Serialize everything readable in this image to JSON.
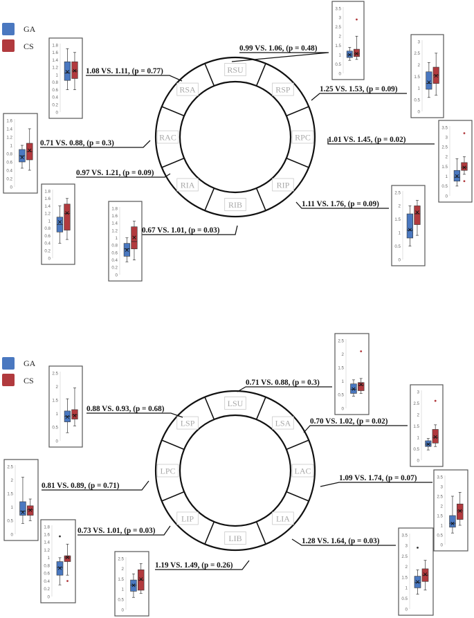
{
  "colors": {
    "ga": "#4a78c0",
    "cs": "#b13a3e",
    "line": "#111111",
    "box_border": "#555555",
    "seg_label": "#a8a8a8"
  },
  "legend_top": {
    "ga": "GA",
    "cs": "CS"
  },
  "legend_bottom": {
    "ga": "GA",
    "cs": "CS"
  },
  "right_diagram": {
    "segments": [
      "RSU",
      "RSP",
      "RPC",
      "RIP",
      "RIB",
      "RIA",
      "RAC",
      "RSA"
    ],
    "comparisons": [
      {
        "segment": "RSU",
        "label": "0.99 VS. 1.06, (p = 0.48)",
        "ga": 0.99,
        "cs": 1.06,
        "p": 0.48
      },
      {
        "segment": "RSP",
        "label": "1.25 VS. 1.53, (p = 0.09)",
        "ga": 1.25,
        "cs": 1.53,
        "p": 0.09
      },
      {
        "segment": "RPC",
        "label": "1.01 VS. 1.45, (p = 0.02)",
        "ga": 1.01,
        "cs": 1.45,
        "p": 0.02
      },
      {
        "segment": "RIP",
        "label": "1.11 VS. 1.76, (p = 0.09)",
        "ga": 1.11,
        "cs": 1.76,
        "p": 0.09
      },
      {
        "segment": "RIB",
        "label": "0.67 VS. 1.01, (p = 0.03)",
        "ga": 0.67,
        "cs": 1.01,
        "p": 0.03
      },
      {
        "segment": "RIA",
        "label": "0.97 VS. 1.21, (p = 0.09)",
        "ga": 0.97,
        "cs": 1.21,
        "p": 0.09
      },
      {
        "segment": "RAC",
        "label": "0.71 VS. 0.88, (p = 0.3)",
        "ga": 0.71,
        "cs": 0.88,
        "p": 0.3
      },
      {
        "segment": "RSA",
        "label": "1.08 VS. 1.11, (p = 0.77)",
        "ga": 1.08,
        "cs": 1.11,
        "p": 0.77
      }
    ]
  },
  "left_diagram": {
    "segments": [
      "LSU",
      "LSA",
      "LAC",
      "LIA",
      "LIB",
      "LIP",
      "LPC",
      "LSP"
    ],
    "comparisons": [
      {
        "segment": "LSU",
        "label": "0.71 VS. 0.88, (p = 0.3)",
        "ga": 0.71,
        "cs": 0.88,
        "p": 0.3
      },
      {
        "segment": "LSA",
        "label": "0.70 VS. 1.02, (p = 0.02)",
        "ga": 0.7,
        "cs": 1.02,
        "p": 0.02
      },
      {
        "segment": "LAC",
        "label": "1.09 VS. 1.74, (p = 0.07)",
        "ga": 1.09,
        "cs": 1.74,
        "p": 0.07
      },
      {
        "segment": "LIA",
        "label": "1.28 VS. 1.64, (p = 0.03)",
        "ga": 1.28,
        "cs": 1.64,
        "p": 0.03
      },
      {
        "segment": "LIB",
        "label": "1.19 VS. 1.49, (p = 0.26)",
        "ga": 1.19,
        "cs": 1.49,
        "p": 0.26
      },
      {
        "segment": "LIP",
        "label": "0.73 VS. 1.01, (p = 0.03)",
        "ga": 0.73,
        "cs": 1.01,
        "p": 0.03
      },
      {
        "segment": "LPC",
        "label": "0.81 VS. 0.89, (p = 0.71)",
        "ga": 0.81,
        "cs": 0.89,
        "p": 0.71
      },
      {
        "segment": "LSP",
        "label": "0.88 VS. 0.93, (p = 0.68)",
        "ga": 0.88,
        "cs": 0.93,
        "p": 0.68
      }
    ]
  },
  "chart_data": [
    {
      "type": "box",
      "segment": "RSU",
      "yticks": [
        "0",
        "0.5",
        "1",
        "1.5",
        "2",
        "2.5",
        "3",
        "3.5"
      ],
      "ylim": [
        0,
        3.5
      ],
      "series": [
        {
          "name": "GA",
          "min": 0.7,
          "q1": 0.85,
          "median": 1.0,
          "q3": 1.2,
          "max": 1.4,
          "mean": 1.0,
          "outliers": []
        },
        {
          "name": "CS",
          "min": 0.75,
          "q1": 0.9,
          "median": 1.05,
          "q3": 1.3,
          "max": 2.0,
          "mean": 1.06,
          "outliers": [
            2.9
          ]
        }
      ]
    },
    {
      "type": "box",
      "segment": "RSP",
      "yticks": [
        "0",
        "0.5",
        "1",
        "1.5",
        "2",
        "2.5",
        "3"
      ],
      "ylim": [
        0,
        3
      ],
      "series": [
        {
          "name": "GA",
          "min": 0.6,
          "q1": 0.95,
          "median": 1.2,
          "q3": 1.7,
          "max": 2.1,
          "mean": 1.25,
          "outliers": []
        },
        {
          "name": "CS",
          "min": 0.7,
          "q1": 1.2,
          "median": 1.55,
          "q3": 1.9,
          "max": 2.5,
          "mean": 1.53,
          "outliers": []
        }
      ]
    },
    {
      "type": "box",
      "segment": "RPC",
      "yticks": [
        "0",
        "0.5",
        "1",
        "1.5",
        "2",
        "2.5",
        "3",
        "3.5"
      ],
      "ylim": [
        0,
        3.5
      ],
      "series": [
        {
          "name": "GA",
          "min": 0.5,
          "q1": 0.75,
          "median": 0.95,
          "q3": 1.3,
          "max": 1.9,
          "mean": 1.01,
          "outliers": []
        },
        {
          "name": "CS",
          "min": 1.1,
          "q1": 1.3,
          "median": 1.45,
          "q3": 1.7,
          "max": 2.0,
          "mean": 1.45,
          "outliers": [
            3.2,
            0.75
          ]
        }
      ]
    },
    {
      "type": "box",
      "segment": "RIP",
      "yticks": [
        "0",
        "0.5",
        "1",
        "1.5",
        "2",
        "2.5"
      ],
      "ylim": [
        0,
        2.5
      ],
      "series": [
        {
          "name": "GA",
          "min": 0.5,
          "q1": 0.8,
          "median": 1.1,
          "q3": 1.7,
          "max": 2.0,
          "mean": 1.11,
          "outliers": []
        },
        {
          "name": "CS",
          "min": 0.9,
          "q1": 1.3,
          "median": 1.7,
          "q3": 2.0,
          "max": 2.2,
          "mean": 1.76,
          "outliers": []
        }
      ]
    },
    {
      "type": "box",
      "segment": "RIB",
      "yticks": [
        "0",
        "0.2",
        "0.4",
        "0.6",
        "0.8",
        "1",
        "1.2",
        "1.4",
        "1.6",
        "1.8"
      ],
      "ylim": [
        0,
        1.8
      ],
      "series": [
        {
          "name": "GA",
          "min": 0.35,
          "q1": 0.5,
          "median": 0.7,
          "q3": 0.85,
          "max": 1.0,
          "mean": 0.67,
          "outliers": []
        },
        {
          "name": "CS",
          "min": 0.4,
          "q1": 0.7,
          "median": 0.9,
          "q3": 1.3,
          "max": 1.45,
          "mean": 1.01,
          "outliers": []
        }
      ]
    },
    {
      "type": "box",
      "segment": "RIA",
      "yticks": [
        "0",
        "0.2",
        "0.4",
        "0.6",
        "0.8",
        "1",
        "1.2",
        "1.4",
        "1.6",
        "1.8"
      ],
      "ylim": [
        0,
        1.8
      ],
      "series": [
        {
          "name": "GA",
          "min": 0.4,
          "q1": 0.7,
          "median": 0.9,
          "q3": 1.1,
          "max": 1.4,
          "mean": 0.97,
          "outliers": []
        },
        {
          "name": "CS",
          "min": 0.5,
          "q1": 0.75,
          "median": 1.2,
          "q3": 1.45,
          "max": 1.6,
          "mean": 1.21,
          "outliers": []
        }
      ]
    },
    {
      "type": "box",
      "segment": "RAC",
      "yticks": [
        "0",
        "0.2",
        "0.4",
        "0.6",
        "0.8",
        "1",
        "1.2",
        "1.4",
        "1.6"
      ],
      "ylim": [
        0,
        1.6
      ],
      "series": [
        {
          "name": "GA",
          "min": 0.45,
          "q1": 0.6,
          "median": 0.75,
          "q3": 0.9,
          "max": 1.0,
          "mean": 0.71,
          "outliers": []
        },
        {
          "name": "CS",
          "min": 0.4,
          "q1": 0.65,
          "median": 0.85,
          "q3": 1.05,
          "max": 1.4,
          "mean": 0.88,
          "outliers": []
        }
      ]
    },
    {
      "type": "box",
      "segment": "RSA",
      "yticks": [
        "0",
        "0.2",
        "0.4",
        "0.6",
        "0.8",
        "1",
        "1.2",
        "1.4",
        "1.6",
        "1.8"
      ],
      "ylim": [
        0,
        1.8
      ],
      "series": [
        {
          "name": "GA",
          "min": 0.6,
          "q1": 0.85,
          "median": 1.05,
          "q3": 1.35,
          "max": 1.7,
          "mean": 1.08,
          "outliers": []
        },
        {
          "name": "CS",
          "min": 0.6,
          "q1": 0.9,
          "median": 1.1,
          "q3": 1.35,
          "max": 1.6,
          "mean": 1.11,
          "outliers": []
        }
      ]
    },
    {
      "type": "box",
      "segment": "LSU",
      "yticks": [
        "0",
        "0.5",
        "1",
        "1.5",
        "2",
        "2.5"
      ],
      "ylim": [
        0,
        2.5
      ],
      "series": [
        {
          "name": "GA",
          "min": 0.45,
          "q1": 0.55,
          "median": 0.7,
          "q3": 0.9,
          "max": 1.05,
          "mean": 0.71,
          "outliers": []
        },
        {
          "name": "CS",
          "min": 0.55,
          "q1": 0.65,
          "median": 0.85,
          "q3": 0.95,
          "max": 1.1,
          "mean": 0.88,
          "outliers": [
            2.1
          ]
        }
      ]
    },
    {
      "type": "box",
      "segment": "LSA",
      "yticks": [
        "0",
        "0.5",
        "1",
        "1.5",
        "2",
        "2.5",
        "3"
      ],
      "ylim": [
        0,
        3
      ],
      "series": [
        {
          "name": "GA",
          "min": 0.45,
          "q1": 0.6,
          "median": 0.7,
          "q3": 0.85,
          "max": 0.95,
          "mean": 0.7,
          "outliers": []
        },
        {
          "name": "CS",
          "min": 0.6,
          "q1": 0.75,
          "median": 1.0,
          "q3": 1.35,
          "max": 1.55,
          "mean": 1.02,
          "outliers": [
            2.6
          ]
        }
      ]
    },
    {
      "type": "box",
      "segment": "LAC",
      "yticks": [
        "0",
        "0.5",
        "1",
        "1.5",
        "2",
        "2.5",
        "3",
        "3.5"
      ],
      "ylim": [
        0,
        3.5
      ],
      "series": [
        {
          "name": "GA",
          "min": 0.6,
          "q1": 0.9,
          "median": 1.1,
          "q3": 1.5,
          "max": 2.5,
          "mean": 1.09,
          "outliers": []
        },
        {
          "name": "CS",
          "min": 1.0,
          "q1": 1.3,
          "median": 1.75,
          "q3": 2.1,
          "max": 2.7,
          "mean": 1.74,
          "outliers": []
        }
      ]
    },
    {
      "type": "box",
      "segment": "LIA",
      "yticks": [
        "0",
        "0.5",
        "1",
        "1.5",
        "2",
        "2.5",
        "3",
        "3.5"
      ],
      "ylim": [
        0,
        3.5
      ],
      "series": [
        {
          "name": "GA",
          "min": 0.7,
          "q1": 1.0,
          "median": 1.25,
          "q3": 1.55,
          "max": 1.85,
          "mean": 1.28,
          "outliers": [
            2.9
          ]
        },
        {
          "name": "CS",
          "min": 0.9,
          "q1": 1.3,
          "median": 1.6,
          "q3": 1.9,
          "max": 2.3,
          "mean": 1.64,
          "outliers": []
        }
      ]
    },
    {
      "type": "box",
      "segment": "LIB",
      "yticks": [
        "0",
        "0.5",
        "1",
        "1.5",
        "2",
        "2.5"
      ],
      "ylim": [
        0,
        2.5
      ],
      "series": [
        {
          "name": "GA",
          "min": 0.6,
          "q1": 0.9,
          "median": 1.2,
          "q3": 1.45,
          "max": 1.75,
          "mean": 1.19,
          "outliers": []
        },
        {
          "name": "CS",
          "min": 0.8,
          "q1": 0.95,
          "median": 1.45,
          "q3": 1.95,
          "max": 2.25,
          "mean": 1.49,
          "outliers": []
        }
      ]
    },
    {
      "type": "box",
      "segment": "LIP",
      "yticks": [
        "0",
        "0.2",
        "0.4",
        "0.6",
        "0.8",
        "1",
        "1.2",
        "1.4",
        "1.6",
        "1.8"
      ],
      "ylim": [
        0,
        1.8
      ],
      "series": [
        {
          "name": "GA",
          "min": 0.3,
          "q1": 0.55,
          "median": 0.75,
          "q3": 0.9,
          "max": 1.0,
          "mean": 0.73,
          "outliers": [
            1.55
          ]
        },
        {
          "name": "CS",
          "min": 0.55,
          "q1": 0.9,
          "median": 1.0,
          "q3": 1.05,
          "max": 1.35,
          "mean": 1.01,
          "outliers": [
            0.4
          ]
        }
      ]
    },
    {
      "type": "box",
      "segment": "LPC",
      "yticks": [
        "0",
        "0.5",
        "1",
        "1.5",
        "2",
        "2.5"
      ],
      "ylim": [
        0,
        2.5
      ],
      "series": [
        {
          "name": "GA",
          "min": 0.4,
          "q1": 0.7,
          "median": 0.85,
          "q3": 1.2,
          "max": 2.1,
          "mean": 0.81,
          "outliers": []
        },
        {
          "name": "CS",
          "min": 0.5,
          "q1": 0.7,
          "median": 0.9,
          "q3": 1.05,
          "max": 1.3,
          "mean": 0.89,
          "outliers": []
        }
      ]
    },
    {
      "type": "box",
      "segment": "LSP",
      "yticks": [
        "0",
        "0.5",
        "1",
        "1.5",
        "2",
        "2.5"
      ],
      "ylim": [
        0,
        2.5
      ],
      "series": [
        {
          "name": "GA",
          "min": 0.3,
          "q1": 0.7,
          "median": 0.9,
          "q3": 1.1,
          "max": 1.55,
          "mean": 0.88,
          "outliers": []
        },
        {
          "name": "CS",
          "min": 0.55,
          "q1": 0.8,
          "median": 0.95,
          "q3": 1.15,
          "max": 1.95,
          "mean": 0.93,
          "outliers": []
        }
      ]
    }
  ]
}
